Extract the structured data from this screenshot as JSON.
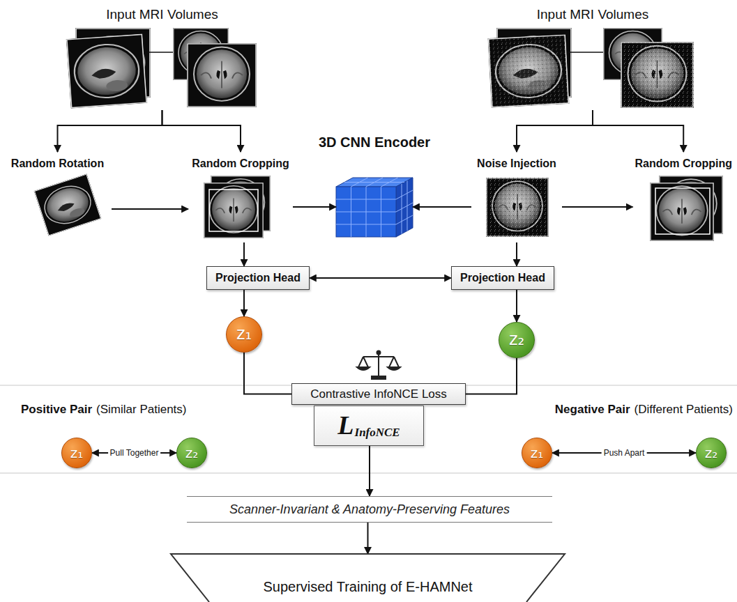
{
  "diagram": {
    "nodes": [
      {
        "text": [
          "Input MRI Volumes"
        ]
      },
      {
        "text": [
          "Input MRI Volumes"
        ]
      },
      {
        "text": [
          "Random Rotation"
        ]
      },
      {
        "text": [
          "Random Cropping"
        ]
      },
      {
        "text": [
          "3D CNN Encoder"
        ]
      },
      {
        "text": [
          "Noise Injection"
        ]
      },
      {
        "text": [
          "Random Cropping"
        ]
      },
      {
        "text": [
          "Projection Head"
        ]
      },
      {
        "text": [
          "Projection Head"
        ]
      },
      {
        "text": [
          "z₁"
        ]
      },
      {
        "text": [
          "z₂"
        ]
      },
      {
        "text": [
          "Contrastive InfoNCE Loss"
        ]
      },
      {
        "text": [
          "L",
          "InfoNCE"
        ]
      },
      {
        "text": [
          "z₁"
        ]
      },
      {
        "text": [
          "z₂"
        ]
      },
      {
        "text": [
          "z₁"
        ]
      },
      {
        "text": [
          "z₂"
        ]
      },
      {
        "text": [
          "Scanner-Invariant & Anatomy-Preserving Features"
        ]
      },
      {
        "text": [
          "Supervised Training of E-HAMNet"
        ]
      }
    ],
    "edges": [
      {
        "from": 0,
        "to": 2,
        "arrow": "to"
      },
      {
        "from": 0,
        "to": 3,
        "arrow": "to"
      },
      {
        "from": 2,
        "to": 3,
        "arrow": "to"
      },
      {
        "from": 3,
        "to": 4,
        "arrow": "to"
      },
      {
        "from": 5,
        "to": 4,
        "arrow": "to"
      },
      {
        "from": 1,
        "to": 5,
        "arrow": "to"
      },
      {
        "from": 1,
        "to": 6,
        "arrow": "to"
      },
      {
        "from": 5,
        "to": 6,
        "arrow": "to"
      },
      {
        "from": 3,
        "to": 7,
        "arrow": "to"
      },
      {
        "from": 5,
        "to": 8,
        "arrow": "to"
      },
      {
        "from": 7,
        "to": 8,
        "arrow": "both"
      },
      {
        "from": 7,
        "to": 9,
        "arrow": "to"
      },
      {
        "from": 8,
        "to": 10,
        "arrow": "to"
      },
      {
        "from": 9,
        "to": 11,
        "arrow": "none"
      },
      {
        "from": 10,
        "to": 11,
        "arrow": "none"
      },
      {
        "from": 13,
        "to": 14,
        "label": "Pull Together",
        "arrow": "both"
      },
      {
        "from": 15,
        "to": 16,
        "label": "Push Apart",
        "arrow": "both"
      },
      {
        "from": 12,
        "to": 17,
        "arrow": "to"
      },
      {
        "from": 17,
        "to": 18,
        "arrow": "to"
      }
    ],
    "labels": [
      "Positive Pair",
      "(Similar Patients)",
      "Negative Pair",
      "(Different Patients)"
    ]
  }
}
